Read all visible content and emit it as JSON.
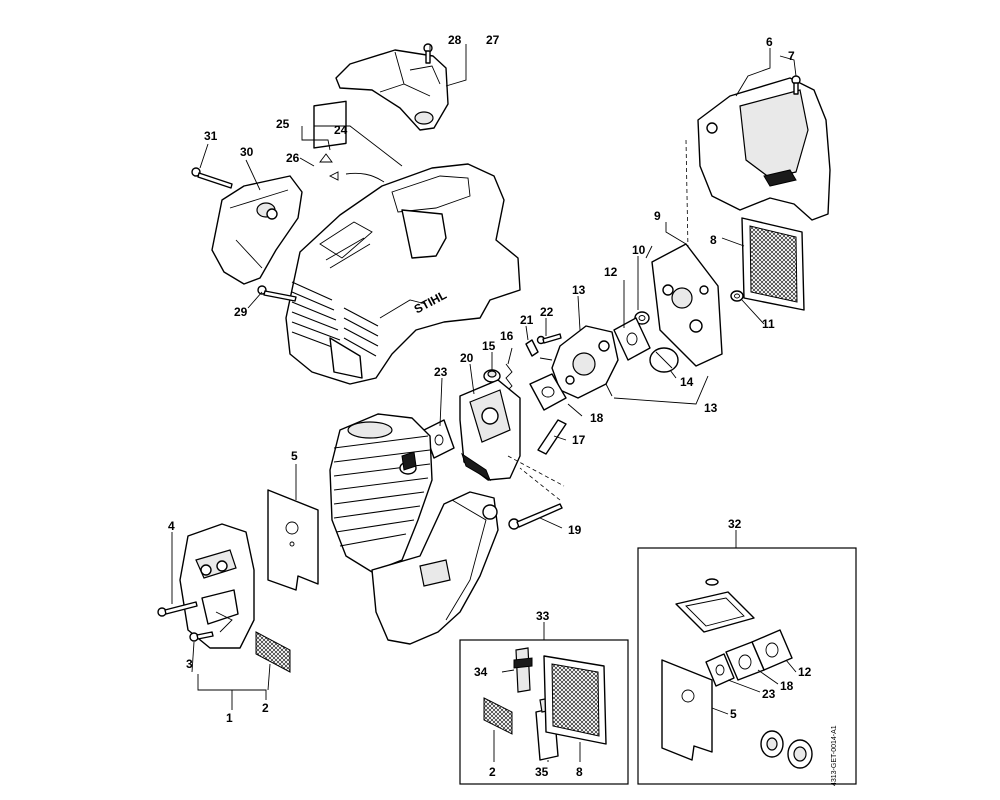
{
  "callouts": {
    "c1": "1",
    "c2": "2",
    "c3": "3",
    "c4": "4",
    "c5": "5",
    "c6": "6",
    "c7": "7",
    "c8": "8",
    "c9": "9",
    "c10": "10",
    "c11": "11",
    "c12": "12",
    "c13a": "13",
    "c13b": "13",
    "c14": "14",
    "c15": "15",
    "c16": "16",
    "c17": "17",
    "c18": "18",
    "c19": "19",
    "c20": "20",
    "c21": "21",
    "c22": "22",
    "c23": "23",
    "c24": "24",
    "c25": "25",
    "c26": "26",
    "c27": "27",
    "c28": "28",
    "c29": "29",
    "c30": "30",
    "c31": "31",
    "c32": "32",
    "c33": "33"
  },
  "kit32": {
    "label": "32",
    "items": {
      "i12": "12",
      "i18": "18",
      "i23": "23",
      "i5": "5"
    }
  },
  "kit33": {
    "label": "33",
    "items": {
      "i34": "34",
      "i2": "2",
      "i35": "35",
      "i8": "8"
    }
  },
  "brand_text": "STIHL",
  "document_code": "4313-GET-0014-A1"
}
